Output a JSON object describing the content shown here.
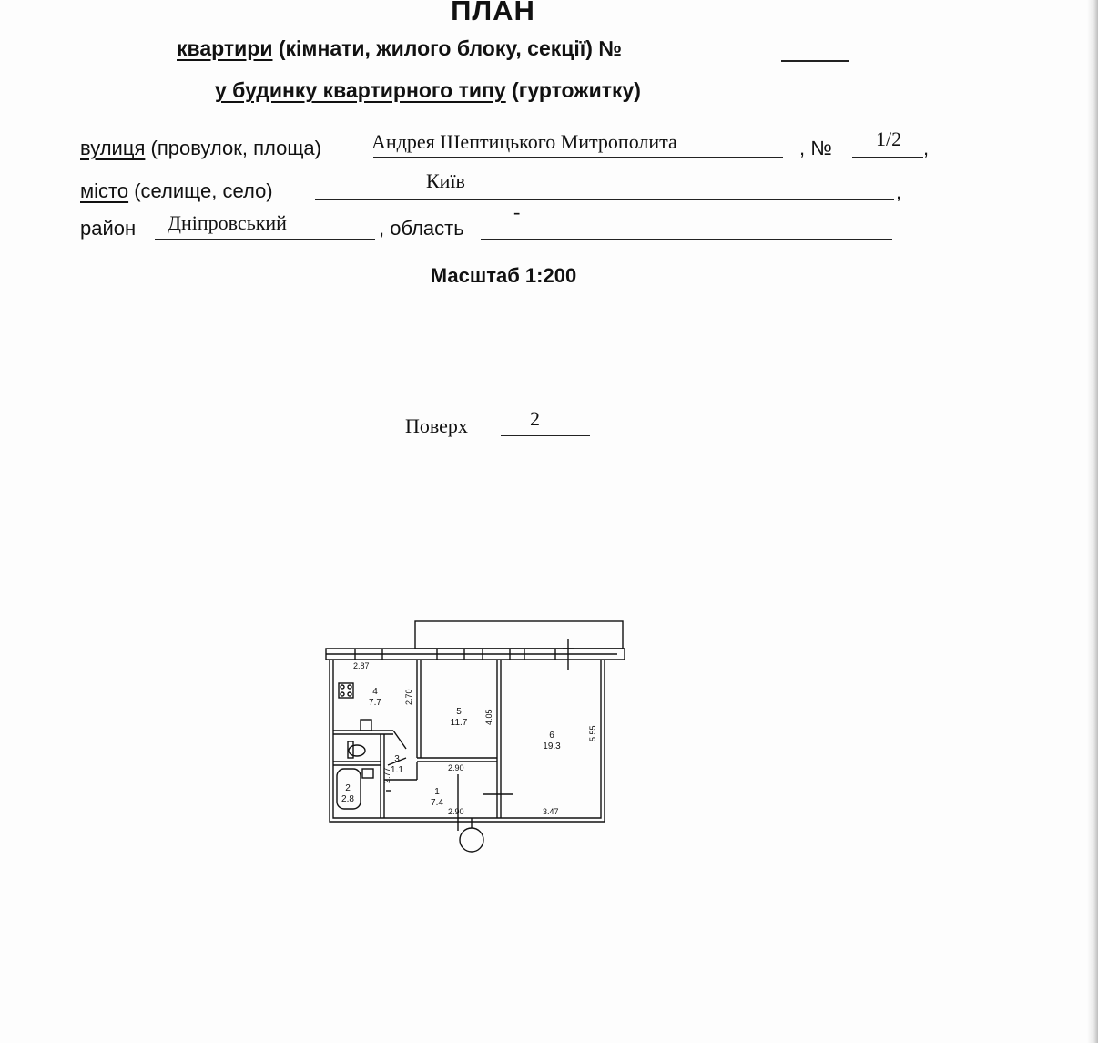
{
  "header": {
    "title": "ПЛАН",
    "line1_part1": "квартири",
    "line1_part2": "(кімнати, жилого блоку, секції) №",
    "line2_part1": "у будинку квартирного типу",
    "line2_part2": "(гуртожитку)"
  },
  "address": {
    "street_label_main": "вулиця",
    "street_label_rest": "(провулок, площа)",
    "street_value": "Андрея  Шептицького Митрополита",
    "number_label": ", №",
    "number_value": "1/2",
    "comma": ",",
    "city_label_main": "місто",
    "city_label_rest": "(селище, село)",
    "city_value": "Київ",
    "district_label": "район",
    "district_value": "Дніпровський",
    "region_label": ", область",
    "region_value": "-"
  },
  "scale": "Масштаб 1:200",
  "floor": {
    "label": "Поверх",
    "value": "2"
  },
  "plan": {
    "rooms": [
      {
        "num": "1",
        "area": "7.4"
      },
      {
        "num": "2",
        "area": "2.8"
      },
      {
        "num": "3",
        "area": "1.1"
      },
      {
        "num": "4",
        "area": "7.7"
      },
      {
        "num": "5",
        "area": "11.7"
      },
      {
        "num": "6",
        "area": "19.3"
      }
    ],
    "dimensions": {
      "d_287": "2.87",
      "d_270": "2.70",
      "d_405": "4.05",
      "d_555": "5.55",
      "d_290a": "2.90",
      "d_290b": "2.90",
      "d_277": "2.77",
      "d_347": "3.47"
    }
  }
}
